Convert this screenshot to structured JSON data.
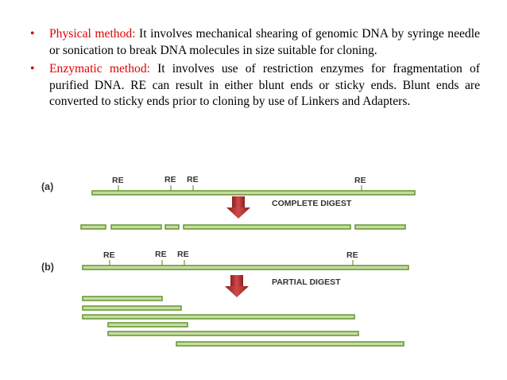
{
  "bullets": [
    {
      "term": "Physical method:",
      "text": " It involves mechanical shearing of genomic DNA by syringe needle or sonication to break DNA molecules in size suitable for cloning."
    },
    {
      "term": "Enzymatic method:",
      "text": " It involves use of restriction enzymes for fragmentation of purified DNA. RE can result in either blunt ends or sticky ends. Blunt ends are converted to sticky ends prior to cloning by use of Linkers and Adapters."
    }
  ],
  "colors": {
    "term": "#e00000",
    "bullet": "#c00000",
    "fragment_fill": "#c5dca0",
    "fragment_stroke": "#6c9a3a",
    "arrow": "#b52a2a"
  },
  "diagram": {
    "part_a": {
      "label": "(a)",
      "re_label": "RE",
      "digest_label": "COMPLETE DIGEST"
    },
    "part_b": {
      "label": "(b)",
      "re_label": "RE",
      "digest_label": "PARTIAL DIGEST"
    }
  }
}
